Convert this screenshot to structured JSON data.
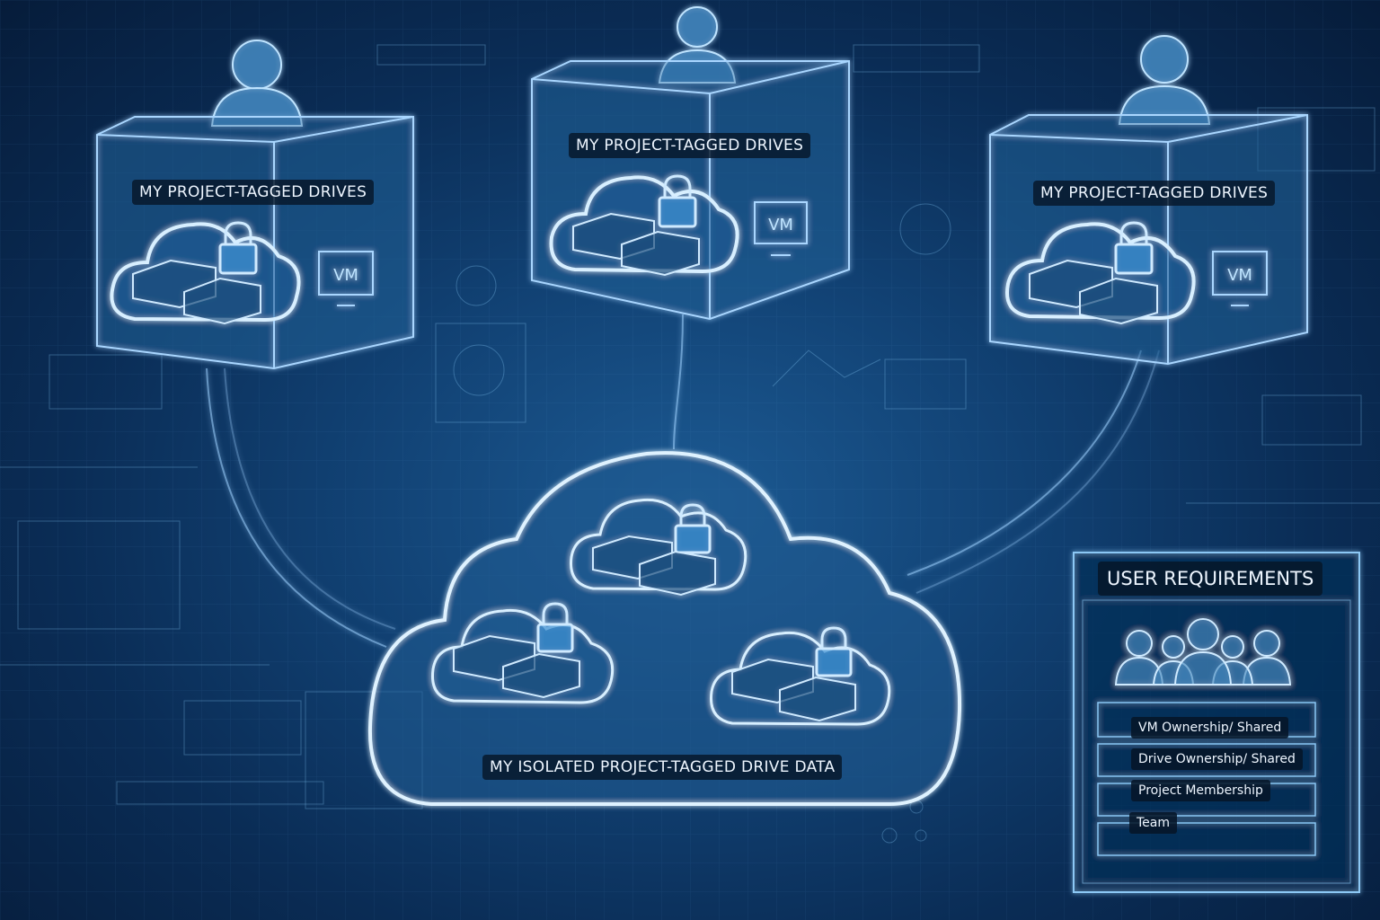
{
  "boxes": [
    {
      "label": "MY PROJECT-TAGGED DRIVES",
      "vm_label": "VM"
    },
    {
      "label": "MY PROJECT-TAGGED DRIVES",
      "vm_label": "VM"
    },
    {
      "label": "MY PROJECT-TAGGED DRIVES",
      "vm_label": "VM"
    }
  ],
  "central_cloud": {
    "label": "MY  ISOLATED PROJECT-TAGGED DRIVE DATA"
  },
  "requirements": {
    "title": "USER REQUIREMENTS",
    "items": [
      "VM Ownership/ Shared",
      "Drive Ownership/ Shared",
      "Project Membership",
      "Team"
    ]
  },
  "colors": {
    "background": "#0e3a6a",
    "glow": "#bfe4ff",
    "label_bg": "#061628"
  },
  "icons": [
    "user-icon",
    "cloud-icon",
    "lock-icon",
    "drive-icon",
    "vm-monitor-icon",
    "team-icon"
  ]
}
